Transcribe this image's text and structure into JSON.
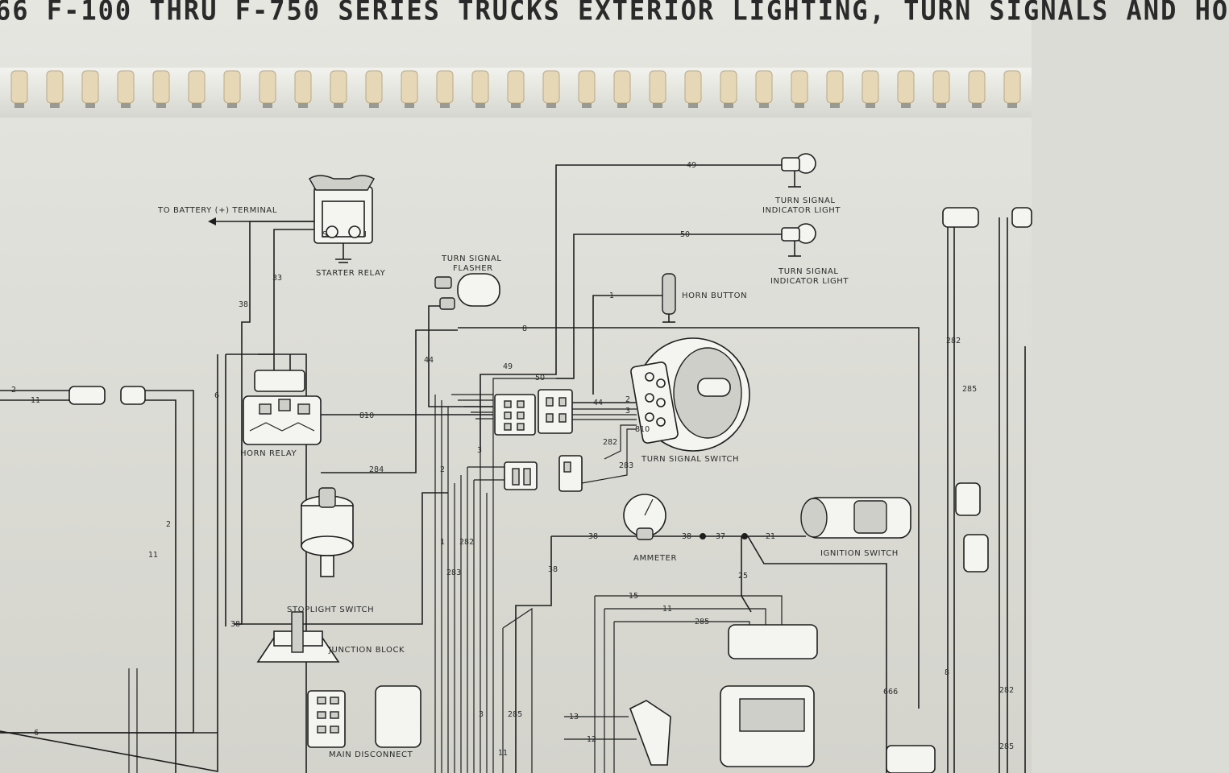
{
  "title": "66 F-100 THRU F-750 SERIES TRUCKS EXTERIOR LIGHTING, TURN SIGNALS AND HO",
  "components": {
    "battery": "TO BATTERY (+) TERMINAL",
    "starter_relay": "STARTER RELAY",
    "relay_s": "S",
    "relay_i": "I",
    "flasher_line1": "TURN SIGNAL",
    "flasher_line2": "FLASHER",
    "indicator1_line1": "TURN SIGNAL",
    "indicator1_line2": "INDICATOR LIGHT",
    "indicator2_line1": "TURN SIGNAL",
    "indicator2_line2": "INDICATOR LIGHT",
    "horn_button": "HORN BUTTON",
    "horn_relay": "HORN RELAY",
    "turn_signal_switch": "TURN SIGNAL SWITCH",
    "stoplight_switch": "STOPLIGHT SWITCH",
    "ammeter": "AMMETER",
    "ignition_switch": "IGNITION SWITCH",
    "junction_block": "JUNCTION BLOCK",
    "main_disconnect": "MAIN DISCONNECT"
  },
  "wires": {
    "w49a": "49",
    "w50a": "50",
    "w1": "1",
    "w8": "8",
    "w49b": "49",
    "w50b": "50",
    "w44a": "44",
    "w44b": "44",
    "w2a": "2",
    "w3a": "3",
    "w810a": "810",
    "w810b": "810",
    "w282a": "282",
    "w283a": "283",
    "w284": "284",
    "w33": "33",
    "w38a": "38",
    "w6a": "6",
    "w2b": "2",
    "w11a": "11",
    "w2c": "2",
    "w11b": "11",
    "w6b": "6",
    "w38b": "38",
    "w3b": "3",
    "w2d": "2",
    "w1b": "1",
    "w282b": "282",
    "w283b": "283",
    "w38c": "38",
    "w38d": "38",
    "w38e": "38",
    "w37": "37",
    "w21": "21",
    "w25": "25",
    "w15": "15",
    "w11c": "11",
    "w285a": "285",
    "w666": "666",
    "w8b": "8",
    "w13": "13",
    "w12": "12",
    "w285b": "285",
    "w3c": "3",
    "w11d": "11",
    "w282c": "282",
    "w285c": "285",
    "w282d": "282",
    "w285d": "285"
  }
}
